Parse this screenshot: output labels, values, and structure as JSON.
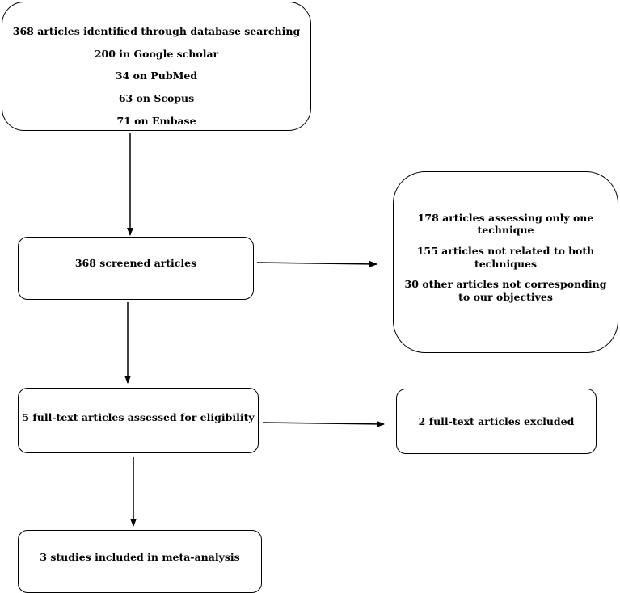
{
  "flow": {
    "identification": {
      "lines": [
        "368 articles identified through database searching",
        "200 in Google scholar",
        "34 on PubMed",
        "63 on Scopus",
        "71 on Embase"
      ]
    },
    "screening": {
      "label": "368 screened articles"
    },
    "screening_exclusions": {
      "reasons": [
        "178 articles assessing only one technique",
        "155 articles not related to both techniques",
        "30 other articles not corresponding to our objectives"
      ]
    },
    "eligibility": {
      "label": "5 full-text articles assessed for eligibility"
    },
    "eligibility_exclusions": {
      "label": "2 full-text articles excluded"
    },
    "included": {
      "label": "3 studies included in meta-analysis"
    }
  }
}
